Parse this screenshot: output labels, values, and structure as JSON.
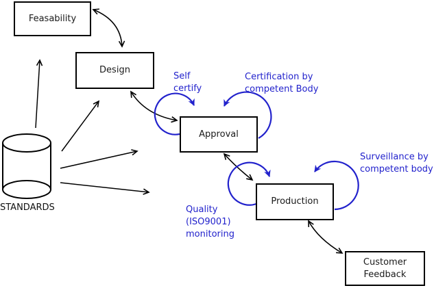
{
  "nodes": {
    "feasability": {
      "label": "Feasability"
    },
    "design": {
      "label": "Design"
    },
    "approval": {
      "label": "Approval"
    },
    "production": {
      "label": "Production"
    },
    "customer_feedback": {
      "line1": "Customer",
      "line2": "Feedback"
    }
  },
  "datastore": {
    "label": "STANDARDS"
  },
  "annotations": {
    "self_certify": {
      "line1": "Self",
      "line2": "certify"
    },
    "certification": {
      "line1": "Certification by",
      "line2": "competent Body"
    },
    "surveillance": {
      "line1": "Surveillance by",
      "line2": "competent body"
    },
    "quality": {
      "line1": "Quality",
      "line2": "(ISO9001)",
      "line3": "monitoring"
    }
  },
  "colors": {
    "annotation_blue": "#2222cc",
    "line_black": "#000000",
    "background": "#ffffff"
  }
}
